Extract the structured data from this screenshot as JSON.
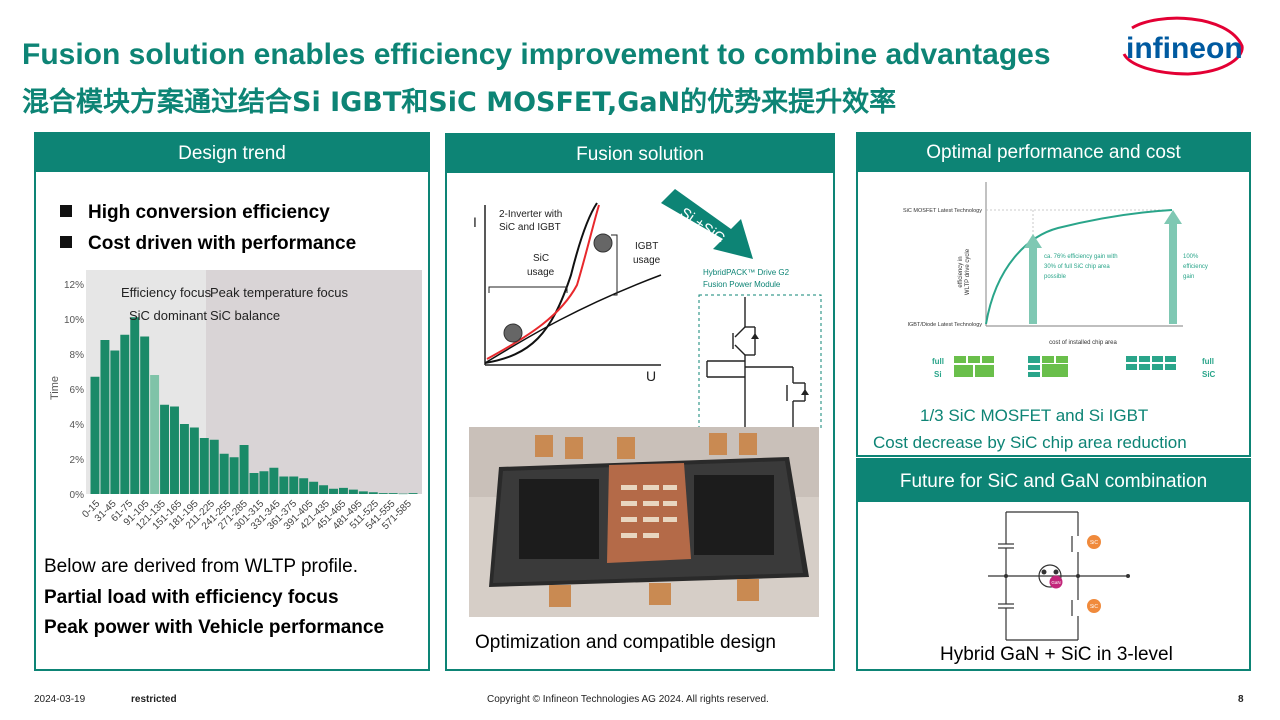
{
  "title": "Fusion solution enables efficiency improvement to combine advantages",
  "subtitle": "混合模块方案通过结合Si IGBT和SiC MOSFET,GaN的优势来提升效率",
  "logo_text": "infineon",
  "colors": {
    "brand": "#0d8475",
    "accent_red": "#e8282c",
    "bar": "#1a8a68",
    "bar_light": "#7fc3a8",
    "sic_dot": "#f08a3c",
    "gan_dot": "#c2267a"
  },
  "panel1": {
    "header": "Design trend",
    "bullets": [
      "High conversion efficiency",
      "Cost driven with performance"
    ],
    "footer_lines": [
      "Below are derived from WLTP profile.",
      "Partial load with efficiency focus",
      "Peak power with Vehicle performance"
    ]
  },
  "panel2": {
    "header": "Fusion solution",
    "diagram": {
      "y_label": "I",
      "x_label": "U",
      "label_2inv_line1": "2-Inverter with",
      "label_2inv_line2": "SiC and IGBT",
      "label_sic_line1": "SiC",
      "label_sic_line2": "usage",
      "label_igbt_line1": "IGBT",
      "label_igbt_line2": "usage",
      "arrow_label": "Si +SiC",
      "module_line1": "HybridPACK™ Drive G2",
      "module_line2": "Fusion Power Module"
    },
    "caption": "Optimization and compatible design"
  },
  "panel3": {
    "header": "Optimal performance and cost",
    "chart": {
      "y_top": "SiC MOSFET Latest Technology",
      "y_bottom": "IGBT/Diode Latest Technology",
      "y_axis_line1": "efficiency in",
      "y_axis_line2": "WLTP drive cycle",
      "x_axis": "cost of installed chip area",
      "note1_line1": "ca. 76% efficiency gain with",
      "note1_line2": "30% of full SiC chip area",
      "note1_line3": "possible",
      "note2_line1": "100%",
      "note2_line2": "efficiency",
      "note2_line3": "gain",
      "full": "full",
      "si": "Si",
      "sic": "SiC"
    },
    "line1": "1/3 SiC MOSFET and Si IGBT",
    "line2": "Cost decrease by SiC chip area reduction"
  },
  "panel4": {
    "header": "Future for SiC and GaN combination",
    "label_sic": "SiC",
    "label_gan": "GaN",
    "caption": "Hybrid GaN + SiC in 3-level"
  },
  "chart_data": {
    "type": "bar",
    "ylabel": "Time",
    "ylim": [
      0,
      12
    ],
    "yticks": [
      "0%",
      "2%",
      "4%",
      "6%",
      "8%",
      "10%",
      "12%"
    ],
    "region_labels": {
      "left_line1": "Efficiency focus",
      "left_line2": "SiC dominant",
      "right_line1": "Peak temperature focus",
      "right_line2": "SiC balance"
    },
    "categories": [
      "0-15",
      "31-45",
      "61-75",
      "91-105",
      "121-135",
      "151-165",
      "181-195",
      "211-225",
      "241-255",
      "271-285",
      "301-315",
      "331-345",
      "361-375",
      "391-405",
      "421-435",
      "451-465",
      "481-495",
      "511-525",
      "541-555",
      "571-585"
    ],
    "values": [
      6.7,
      8.8,
      8.2,
      9.1,
      10.1,
      9.0,
      6.8,
      5.1,
      5.0,
      4.0,
      3.8,
      3.2,
      3.1,
      2.3,
      2.1,
      2.8,
      1.2,
      1.3,
      1.5,
      1.0,
      1.0,
      0.9,
      0.7,
      0.5,
      0.3,
      0.35,
      0.25,
      0.15,
      0.1,
      0.05,
      0.05,
      0.02,
      0.05
    ]
  },
  "footer": {
    "date": "2024-03-19",
    "classification": "restricted",
    "copyright": "Copyright © Infineon Technologies AG 2024. All rights reserved.",
    "page": "8"
  }
}
